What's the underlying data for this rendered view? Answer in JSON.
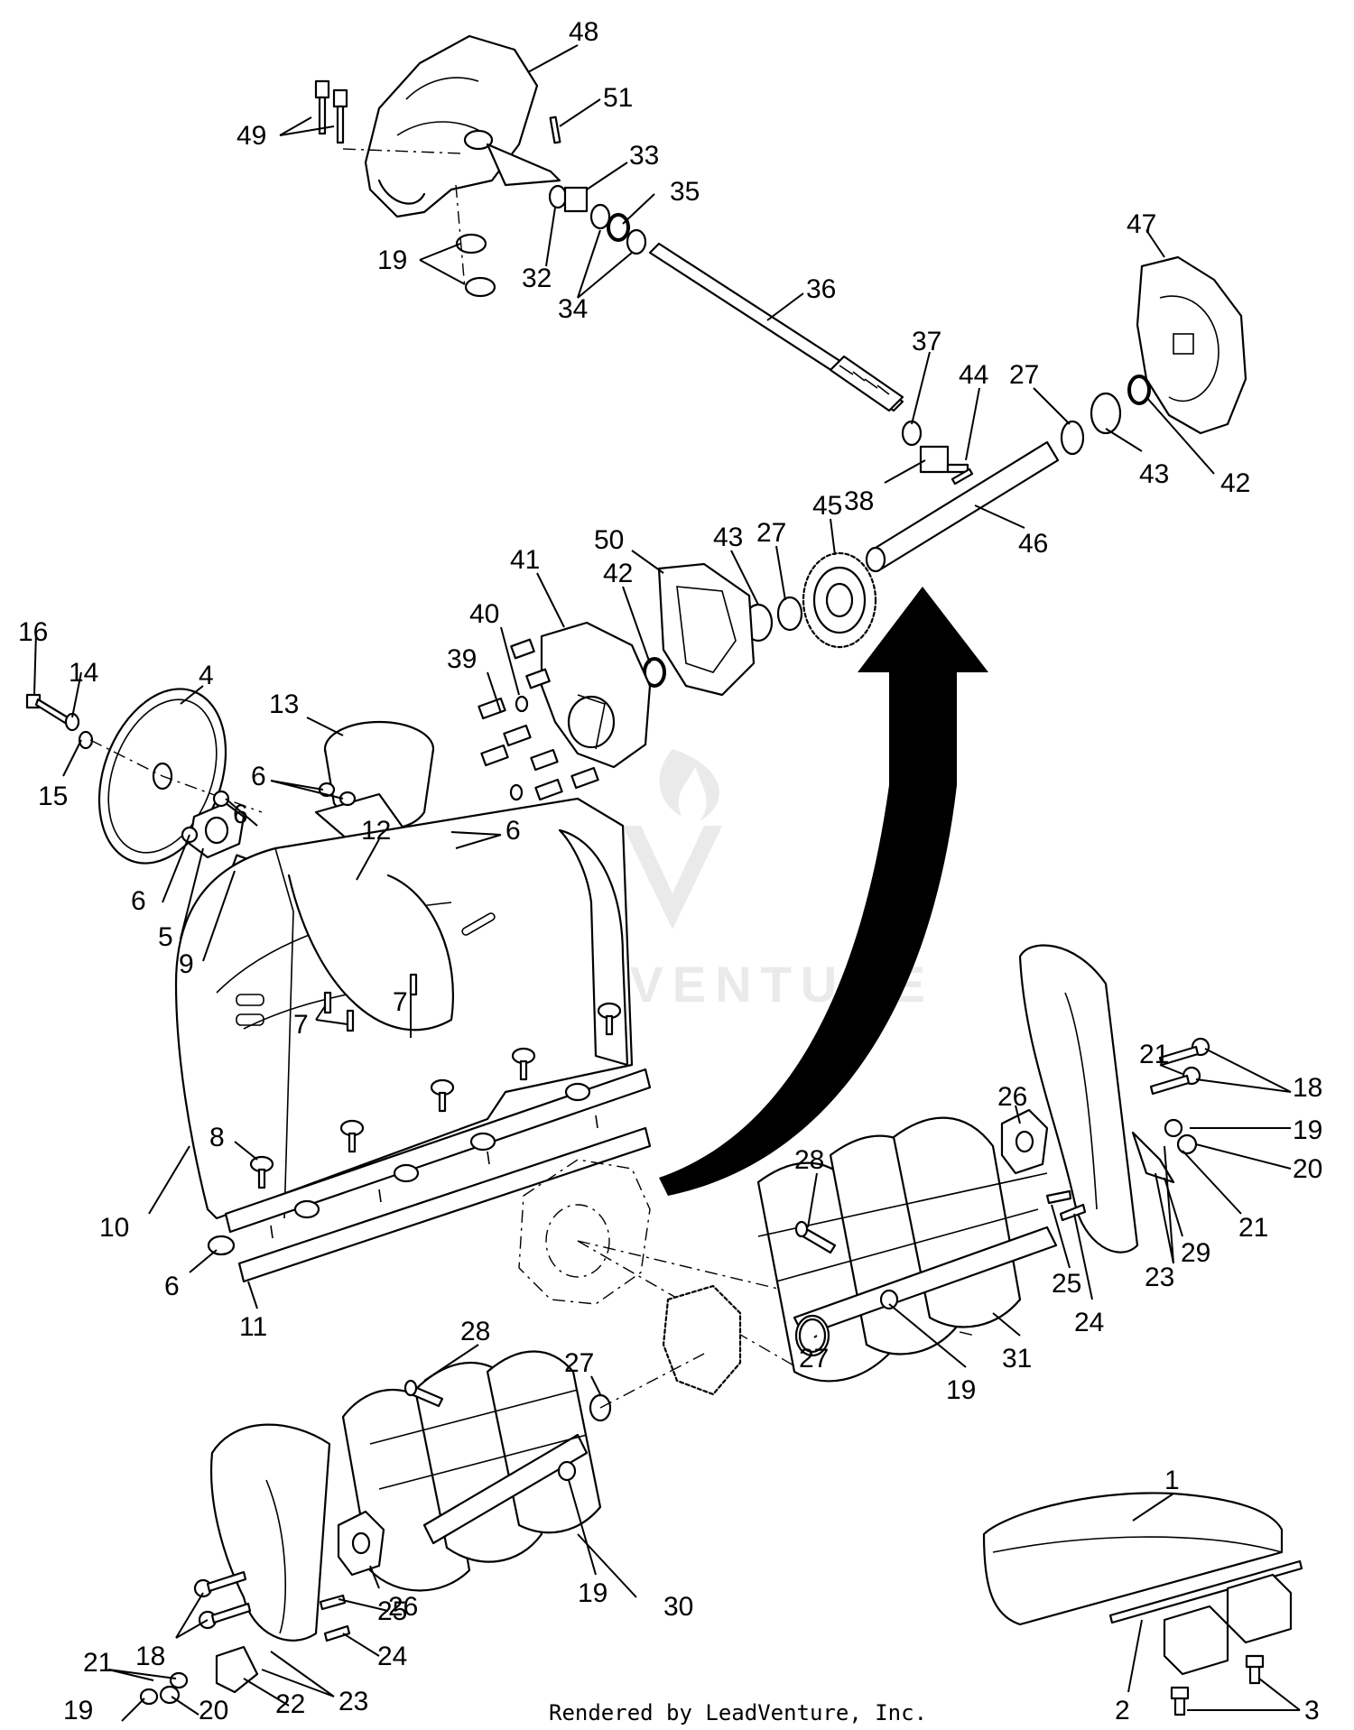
{
  "watermark": {
    "brand": "LEADVENTURE"
  },
  "footer": {
    "credit": "Rendered by LeadVenture, Inc."
  },
  "colors": {
    "ink": "#000000",
    "paper": "#ffffff",
    "watermark": "#d9d9d9"
  },
  "callouts": [
    {
      "id": "c48",
      "label": "48"
    },
    {
      "id": "c51",
      "label": "51"
    },
    {
      "id": "c49",
      "label": "49"
    },
    {
      "id": "c33",
      "label": "33"
    },
    {
      "id": "c35",
      "label": "35"
    },
    {
      "id": "c32",
      "label": "32"
    },
    {
      "id": "c34",
      "label": "34"
    },
    {
      "id": "c19a",
      "label": "19"
    },
    {
      "id": "c36",
      "label": "36"
    },
    {
      "id": "c47",
      "label": "47"
    },
    {
      "id": "c37",
      "label": "37"
    },
    {
      "id": "c44",
      "label": "44"
    },
    {
      "id": "c27a",
      "label": "27"
    },
    {
      "id": "c38",
      "label": "38"
    },
    {
      "id": "c43a",
      "label": "43"
    },
    {
      "id": "c42a",
      "label": "42"
    },
    {
      "id": "c46",
      "label": "46"
    },
    {
      "id": "c45",
      "label": "45"
    },
    {
      "id": "c50",
      "label": "50"
    },
    {
      "id": "c43b",
      "label": "43"
    },
    {
      "id": "c27b",
      "label": "27"
    },
    {
      "id": "c41",
      "label": "41"
    },
    {
      "id": "c42b",
      "label": "42"
    },
    {
      "id": "c40",
      "label": "40"
    },
    {
      "id": "c39",
      "label": "39"
    },
    {
      "id": "c16",
      "label": "16"
    },
    {
      "id": "c14",
      "label": "14"
    },
    {
      "id": "c4",
      "label": "4"
    },
    {
      "id": "c13",
      "label": "13"
    },
    {
      "id": "c15",
      "label": "15"
    },
    {
      "id": "c6a",
      "label": "6"
    },
    {
      "id": "c6b",
      "label": "6"
    },
    {
      "id": "c6c",
      "label": "6"
    },
    {
      "id": "c6d",
      "label": "6"
    },
    {
      "id": "c12",
      "label": "12"
    },
    {
      "id": "c5",
      "label": "5"
    },
    {
      "id": "c9",
      "label": "9"
    },
    {
      "id": "c7a",
      "label": "7"
    },
    {
      "id": "c7b",
      "label": "7"
    },
    {
      "id": "c21a",
      "label": "21"
    },
    {
      "id": "c18a",
      "label": "18"
    },
    {
      "id": "c26a",
      "label": "26"
    },
    {
      "id": "c19b",
      "label": "19"
    },
    {
      "id": "c20a",
      "label": "20"
    },
    {
      "id": "c8",
      "label": "8"
    },
    {
      "id": "c28a",
      "label": "28"
    },
    {
      "id": "c10",
      "label": "10"
    },
    {
      "id": "c21b",
      "label": "21"
    },
    {
      "id": "c29",
      "label": "29"
    },
    {
      "id": "c25a",
      "label": "25"
    },
    {
      "id": "c23a",
      "label": "23"
    },
    {
      "id": "c6e",
      "label": "6"
    },
    {
      "id": "c24a",
      "label": "24"
    },
    {
      "id": "c11",
      "label": "11"
    },
    {
      "id": "c27c",
      "label": "27"
    },
    {
      "id": "c31",
      "label": "31"
    },
    {
      "id": "c28b",
      "label": "28"
    },
    {
      "id": "c19c",
      "label": "19"
    },
    {
      "id": "c27d",
      "label": "27"
    },
    {
      "id": "c1",
      "label": "1"
    },
    {
      "id": "c19d",
      "label": "19"
    },
    {
      "id": "c30",
      "label": "30"
    },
    {
      "id": "c26b",
      "label": "26"
    },
    {
      "id": "c18b",
      "label": "18"
    },
    {
      "id": "c25b",
      "label": "25"
    },
    {
      "id": "c24b",
      "label": "24"
    },
    {
      "id": "c21c",
      "label": "21"
    },
    {
      "id": "c23b",
      "label": "23"
    },
    {
      "id": "c22",
      "label": "22"
    },
    {
      "id": "c19e",
      "label": "19"
    },
    {
      "id": "c20b",
      "label": "20"
    },
    {
      "id": "c2",
      "label": "2"
    },
    {
      "id": "c3",
      "label": "3"
    }
  ]
}
